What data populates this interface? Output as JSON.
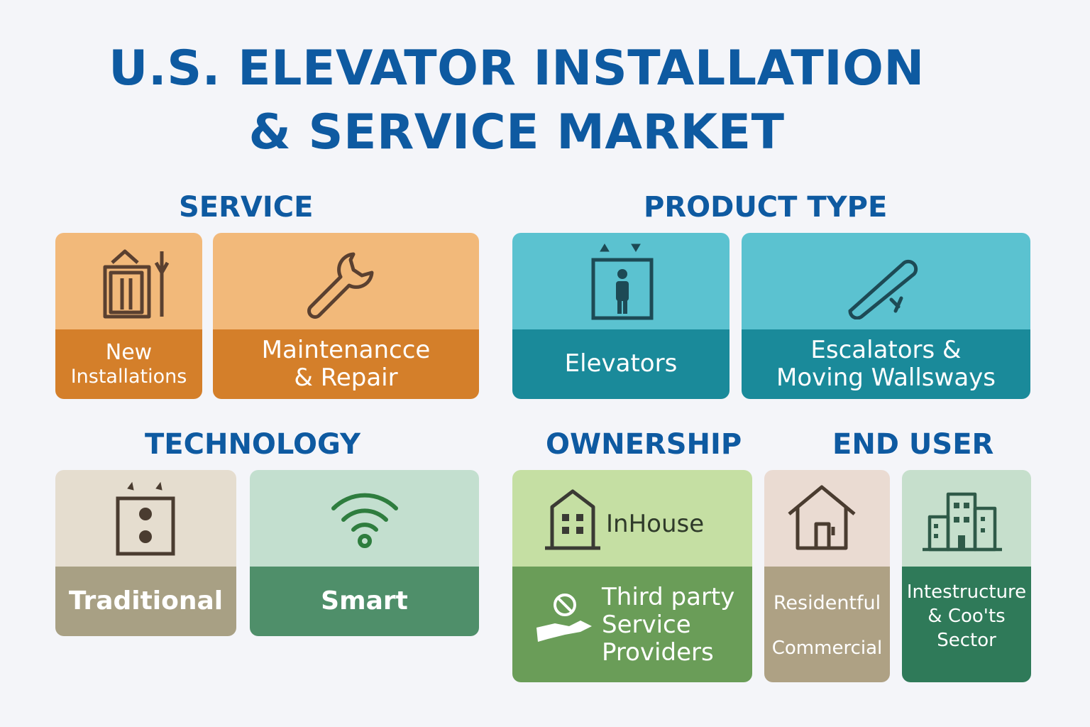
{
  "title": {
    "line1": "U.S. ELEVATOR INSTALLATION",
    "line2": "& SERVICE MARKET"
  },
  "sections": {
    "service": {
      "heading": "SERVICE",
      "cards": [
        {
          "line1": "New",
          "line2": "Installations",
          "icon": "elevator-tools-icon"
        },
        {
          "line1": "Maintenancce",
          "line2": "& Repair",
          "icon": "wrench-icon"
        }
      ]
    },
    "product_type": {
      "heading": "PRODUCT TYPE",
      "cards": [
        {
          "line1": "Elevators",
          "icon": "elevator-person-icon"
        },
        {
          "line1": "Escalators &",
          "line2": "Moving Wallsways",
          "icon": "escalator-icon"
        }
      ]
    },
    "technology": {
      "heading": "TECHNOLOGY",
      "cards": [
        {
          "line1": "Traditional",
          "icon": "call-button-panel-icon"
        },
        {
          "line1": "Smart",
          "icon": "wifi-icon"
        }
      ]
    },
    "ownership": {
      "heading": "OWNERSHIP",
      "cards": [
        {
          "top_label": "InHouse",
          "line1": "Third party",
          "line2": "Service",
          "line3": "Providers",
          "icon": "building-icon",
          "icon2": "handshake-icon"
        }
      ]
    },
    "end_user": {
      "heading": "END USER",
      "cards": [
        {
          "line1": "Residentful",
          "line2": "Commercial",
          "icon": "house-icon"
        },
        {
          "line1": "Intestructure",
          "line2": "& Coo'ts",
          "line3": "Sector",
          "icon": "city-buildings-icon"
        }
      ]
    }
  },
  "colors": {
    "title": "#0e5aa1",
    "service_top": "#f2b97a",
    "service_bottom": "#d47f2a",
    "product_top": "#5bc2d0",
    "product_bottom": "#1a8a9a",
    "traditional_top": "#e5ddcf",
    "traditional_bottom": "#a8a084",
    "smart_top": "#c3dfcf",
    "smart_bottom": "#4f8f6a",
    "ownership_top": "#c5dfa3",
    "ownership_bottom": "#6a9d58",
    "residential_top": "#eadbd2",
    "residential_bottom": "#aea184",
    "infra_top": "#c6dfcc",
    "infra_bottom": "#2f7a59"
  }
}
